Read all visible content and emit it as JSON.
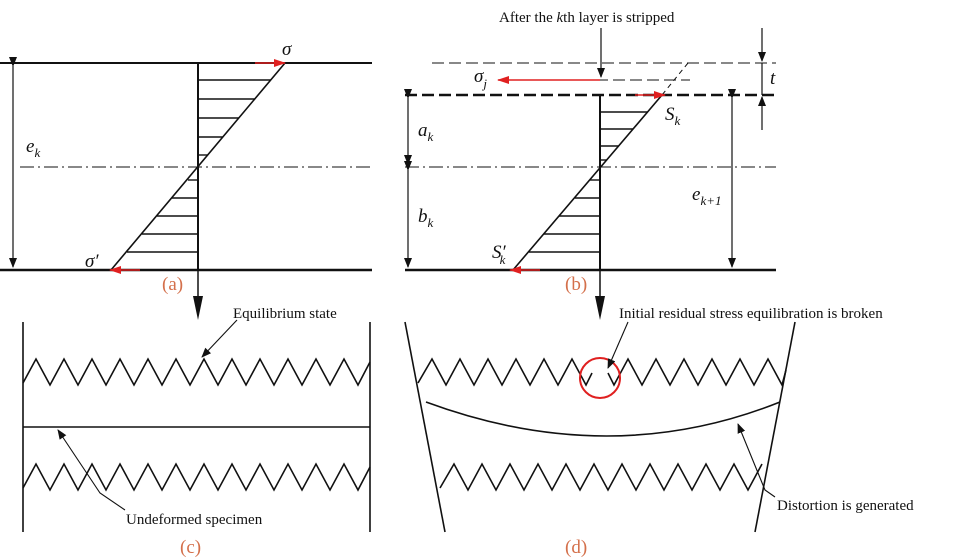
{
  "panels": {
    "a": "(a)",
    "b": "(b)",
    "c": "(c)",
    "d": "(d)"
  },
  "symbols": {
    "sigma": "σ",
    "sigma_prime": "σ′",
    "e": "e",
    "k": "k",
    "k_plus_1": "k+1",
    "sigma_j": "σ",
    "j": "j",
    "t": "t",
    "a": "a",
    "b": "b",
    "S": "S",
    "S_prime": "S′"
  },
  "labels": {
    "title_prefix": "After the ",
    "title_k": "k",
    "title_suffix": "th layer is stripped",
    "equilibrium_state": "Equilibrium state",
    "undeformed_specimen": "Undeformed specimen",
    "broken": "Initial residual stress equilibration is broken",
    "distortion": "Distortion is generated"
  },
  "colors": {
    "line": "#111111",
    "arrow_red": "#e02020",
    "panel_label": "#d4704b"
  }
}
